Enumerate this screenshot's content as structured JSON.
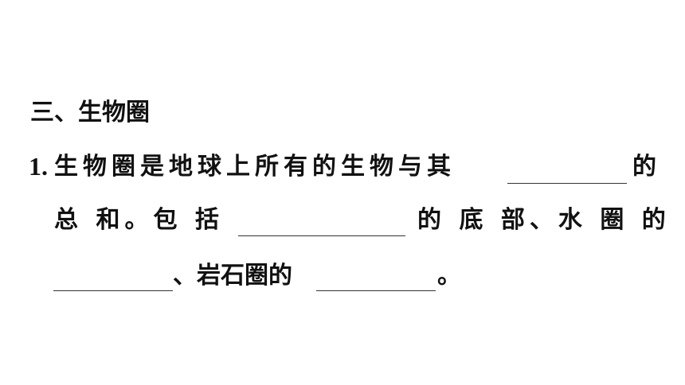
{
  "heading": "三、生物圈",
  "question": {
    "number": "1.",
    "line1_text": "生物圈是地球上所有的生物与其",
    "line1_end": "的",
    "line2_start": "总 和。包 括",
    "line2_end": "的 底 部、水 圈 的",
    "line3_mid": "、岩石圈的",
    "line3_end": "。"
  }
}
